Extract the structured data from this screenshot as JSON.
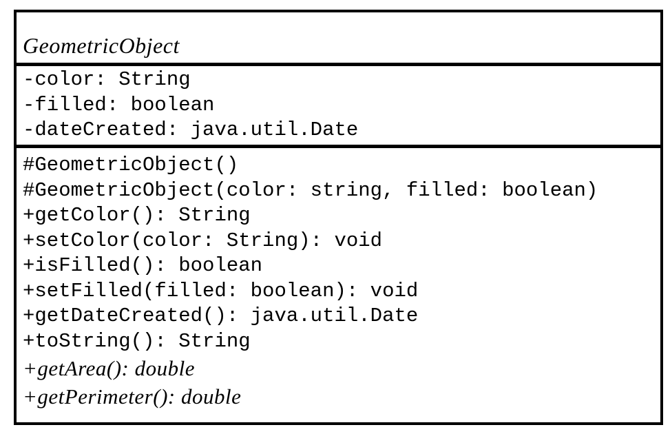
{
  "uml": {
    "class_name": "GeometricObject",
    "fields": [
      "-color: String",
      "-filled: boolean",
      "-dateCreated: java.util.Date"
    ],
    "methods": [
      "#GeometricObject()",
      "#GeometricObject(color: string, filled: boolean)",
      "+getColor(): String",
      "+setColor(color: String): void",
      "+isFilled(): boolean",
      "+setFilled(filled: boolean): void",
      "+getDateCreated(): java.util.Date",
      "+toString(): String",
      "+getArea(): double",
      "+getPerimeter(): double"
    ],
    "colors": {
      "border": "#000000",
      "background": "#ffffff",
      "text": "#000000"
    }
  }
}
